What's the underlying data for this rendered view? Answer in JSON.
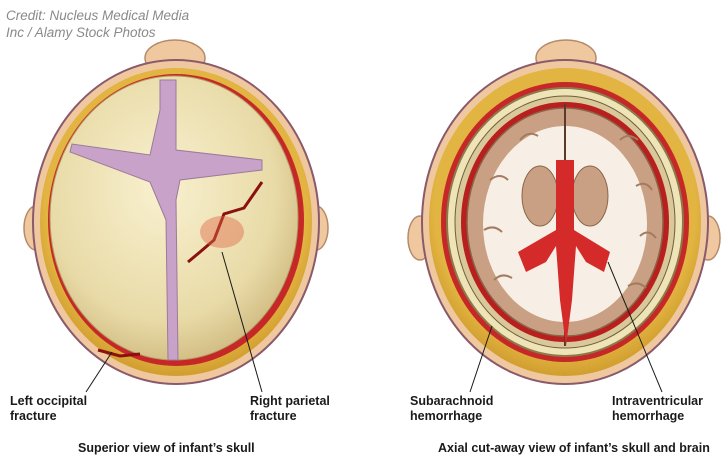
{
  "credit": "Credit: Nucleus Medical Media\nInc / Alamy Stock Photos",
  "labels": {
    "left_occipital_fracture": "Left occipital\nfracture",
    "right_parietal_fracture": "Right parietal\nfracture",
    "subarachnoid_hemorrhage": "Subarachnoid\nhemorrhage",
    "intraventricular_hemorrhage": "Intraventricular\nhemorrhage"
  },
  "captions": {
    "superior_view": "Superior view of infant’s skull",
    "axial_view": "Axial cut-away view of infant’s skull and brain"
  },
  "colors": {
    "fat": "#d9a83a",
    "skin": "#f0c8a0",
    "blood": "#d42a2a",
    "bone": "#efe3b8",
    "fontanelle": "#c8a2c8",
    "gray_matter": "#c9a083",
    "white_matter": "#f7efe6"
  }
}
